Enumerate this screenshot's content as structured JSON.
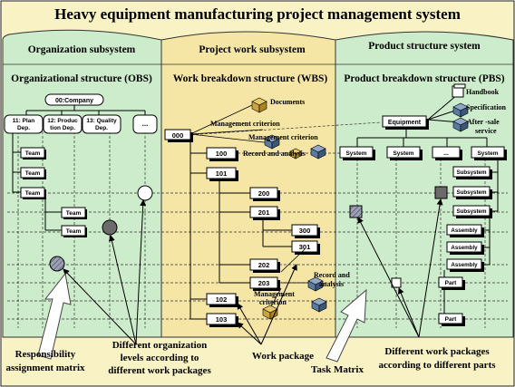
{
  "title": "Heavy equipment manufacturing project management system",
  "panels": {
    "org": {
      "header": "Organization subsystem",
      "subheader": "Organizational structure (OBS)",
      "company": "00:Company",
      "departments": [
        "11: Plan Dep.",
        "12: Production Dep.",
        "13: Quality Dep.",
        "..."
      ],
      "team": "Team"
    },
    "work": {
      "header": "Project work subsystem",
      "subheader": "Work breakdown structure (WBS)",
      "codes": [
        "000",
        "100",
        "101",
        "200",
        "201",
        "300",
        "301",
        "202",
        "203",
        "102",
        "103"
      ],
      "labels": {
        "documents": "Documents",
        "management_criterion_a": "Management criterion",
        "management_criterion_b": "Management criterion",
        "record_and_analysis_a": "Record and analysis",
        "record_and_analysis_b": "Record and analysis",
        "management_criterion_c": "Management criterion"
      }
    },
    "product": {
      "header": "Product structure system",
      "subheader": "Product breakdown structure (PBS)",
      "equipment": "Equipment",
      "handbook": "Handbook",
      "specification": "Specification",
      "after_sale": "After -sale service",
      "system": "System",
      "ellipsis": "...",
      "subsystem": "Subsystem",
      "assembly": "Assembly",
      "part": "Part"
    }
  },
  "annotations": {
    "responsibility_matrix": "Responsibility assignment matrix",
    "org_levels": "Different organization levels according to different work packages",
    "work_package": "Work package",
    "task_matrix": "Task Matrix",
    "parts_packages": "Different work packages according to different parts"
  },
  "colors": {
    "green_panel": "#cdeccb",
    "yellow_panel": "#f6e6a6",
    "outer_bg": "#f8f2c4",
    "dark_gray": "#6b6b6b",
    "hatched": "#8a8aa0"
  }
}
